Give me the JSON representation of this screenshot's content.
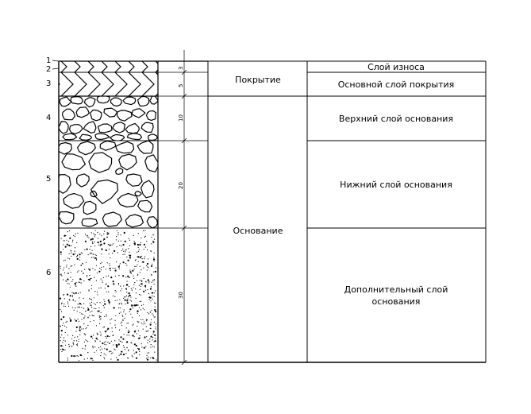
{
  "layers": [
    {
      "number": "1",
      "thickness": "",
      "hatch": "none"
    },
    {
      "number": "2",
      "thickness": "3",
      "hatch": "chevron"
    },
    {
      "number": "3",
      "thickness": "5",
      "hatch": "chevron"
    },
    {
      "number": "4",
      "thickness": "10",
      "hatch": "pebbles"
    },
    {
      "number": "5",
      "thickness": "20",
      "hatch": "cobbles"
    },
    {
      "number": "6",
      "thickness": "30",
      "hatch": "stipple"
    }
  ],
  "groups": {
    "pavement": "Покрытие",
    "base": "Основание"
  },
  "layer_names": {
    "wear": "Слой износа",
    "main_cover": "Основной слой покрытия",
    "upper_base": "Верхний слой основания",
    "lower_base": "Нижний слой основания",
    "additional_base_1": "Дополнительный слой",
    "additional_base_2": "основания"
  }
}
